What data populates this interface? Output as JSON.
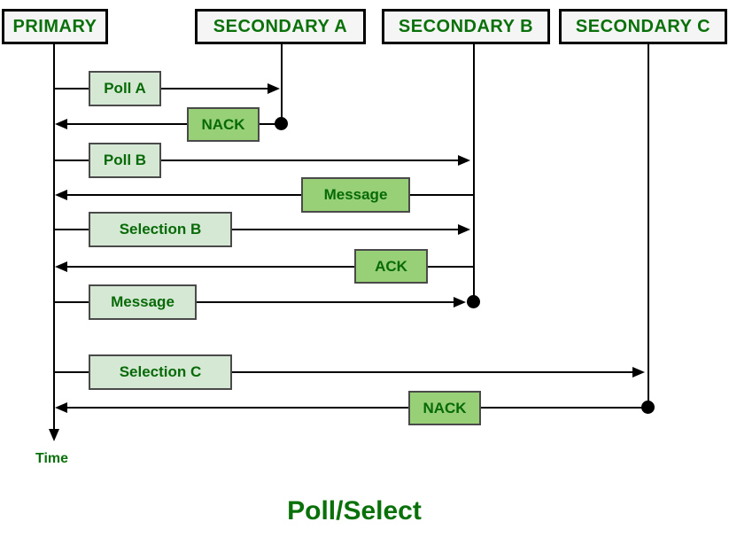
{
  "title": "Poll/Select",
  "time_label": "Time",
  "stations": [
    {
      "label": "PRIMARY"
    },
    {
      "label": "SECONDARY A"
    },
    {
      "label": "SECONDARY B"
    },
    {
      "label": "SECONDARY C"
    }
  ],
  "messages": [
    {
      "label": "Poll A",
      "from": "PRIMARY",
      "to": "SECONDARY A",
      "direction": "right",
      "variant": "light",
      "end_marker": "arrowhead"
    },
    {
      "label": "NACK",
      "from": "SECONDARY A",
      "to": "PRIMARY",
      "direction": "left",
      "variant": "dark",
      "end_marker": "arrowhead",
      "origin_marker": "dot"
    },
    {
      "label": "Poll B",
      "from": "PRIMARY",
      "to": "SECONDARY B",
      "direction": "right",
      "variant": "light",
      "end_marker": "arrowhead"
    },
    {
      "label": "Message",
      "from": "SECONDARY B",
      "to": "PRIMARY",
      "direction": "left",
      "variant": "dark",
      "end_marker": "arrowhead"
    },
    {
      "label": "Selection B",
      "from": "PRIMARY",
      "to": "SECONDARY B",
      "direction": "right",
      "variant": "light",
      "end_marker": "arrowhead"
    },
    {
      "label": "ACK",
      "from": "SECONDARY B",
      "to": "PRIMARY",
      "direction": "left",
      "variant": "dark",
      "end_marker": "arrowhead"
    },
    {
      "label": "Message",
      "from": "PRIMARY",
      "to": "SECONDARY B",
      "direction": "right",
      "variant": "light",
      "end_marker": "arrowhead-and-dot"
    },
    {
      "label": "Selection C",
      "from": "PRIMARY",
      "to": "SECONDARY C",
      "direction": "right",
      "variant": "light",
      "end_marker": "arrowhead"
    },
    {
      "label": "NACK",
      "from": "SECONDARY C",
      "to": "PRIMARY",
      "direction": "left",
      "variant": "dark",
      "end_marker": "arrowhead",
      "origin_marker": "dot"
    }
  ],
  "colors": {
    "text_green": "#0a710a",
    "light_box_fill": "#d5e8d4",
    "dark_box_fill": "#97d077",
    "msg_box_border": "#4a4a4a",
    "station_fill": "#f5f5f5",
    "station_border": "#000000",
    "line": "#000000",
    "background": "#ffffff"
  }
}
